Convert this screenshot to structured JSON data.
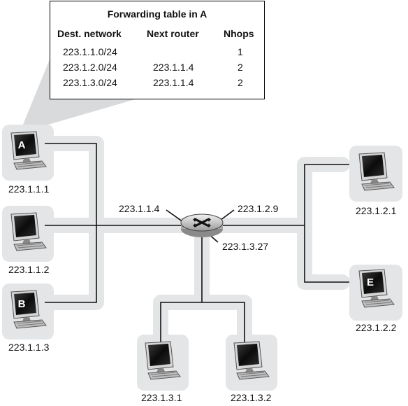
{
  "forwarding_table": {
    "title": "Forwarding table in A",
    "headers": {
      "dest": "Dest. network",
      "next": "Next router",
      "nhops": "Nhops"
    },
    "rows": [
      {
        "dest": "223.1.1.0/24",
        "next": "",
        "nhops": "1"
      },
      {
        "dest": "223.1.2.0/24",
        "next": "223.1.1.4",
        "nhops": "2"
      },
      {
        "dest": "223.1.3.0/24",
        "next": "223.1.1.4",
        "nhops": "2"
      }
    ]
  },
  "hosts": {
    "a": {
      "letter": "A",
      "ip": "223.1.1.1"
    },
    "h112": {
      "ip": "223.1.1.2"
    },
    "b": {
      "letter": "B",
      "ip": "223.1.1.3"
    },
    "h121": {
      "ip": "223.1.2.1"
    },
    "e": {
      "letter": "E",
      "ip": "223.1.2.2"
    },
    "h131": {
      "ip": "223.1.3.1"
    },
    "h132": {
      "ip": "223.1.3.2"
    }
  },
  "router": {
    "if_left": "223.1.1.4",
    "if_right": "223.1.2.9",
    "if_bottom": "223.1.3.27"
  },
  "colors": {
    "network_halo": "#e3e5e7",
    "line": "#111111",
    "screen": "#1c1c1c"
  }
}
